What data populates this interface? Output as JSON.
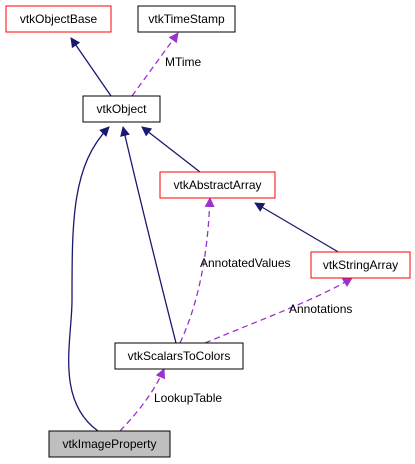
{
  "nodes": {
    "vtkObjectBase": {
      "label": "vtkObjectBase",
      "border": "#ff0000",
      "fill": "#ffffff"
    },
    "vtkTimeStamp": {
      "label": "vtkTimeStamp",
      "border": "#000000",
      "fill": "#ffffff"
    },
    "vtkObject": {
      "label": "vtkObject",
      "border": "#000000",
      "fill": "#ffffff"
    },
    "vtkAbstractArray": {
      "label": "vtkAbstractArray",
      "border": "#ff0000",
      "fill": "#ffffff"
    },
    "vtkStringArray": {
      "label": "vtkStringArray",
      "border": "#ff0000",
      "fill": "#ffffff"
    },
    "vtkScalarsToColors": {
      "label": "vtkScalarsToColors",
      "border": "#000000",
      "fill": "#ffffff"
    },
    "vtkImageProperty": {
      "label": "vtkImageProperty",
      "border": "#000000",
      "fill": "#bfbfbf"
    }
  },
  "edge_labels": {
    "mtime": "MTime",
    "annotated_values": "AnnotatedValues",
    "annotations": "Annotations",
    "lookup_table": "LookupTable"
  },
  "colors": {
    "inheritance": "#191970",
    "usage": "#9a32cd"
  }
}
